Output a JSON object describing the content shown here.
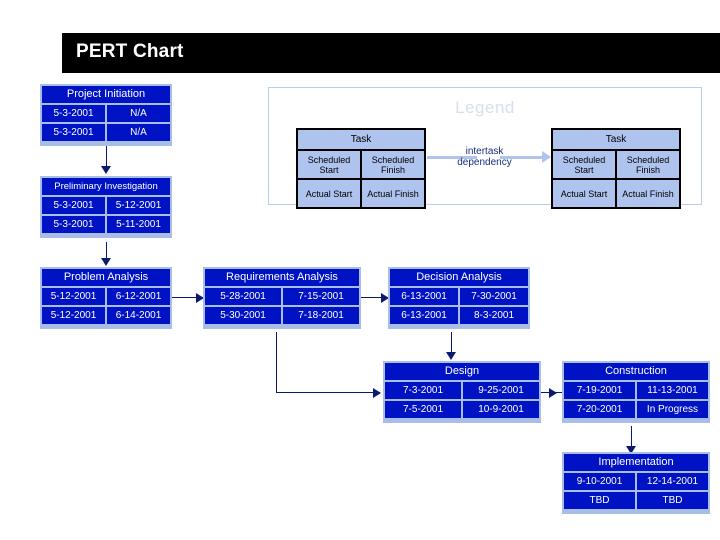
{
  "title": "PERT Chart",
  "legend": {
    "heading": "Legend",
    "dependency_label_line1": "intertask",
    "dependency_label_line2": "dependency",
    "node_left": {
      "header": "Task",
      "scheduled_start": "Scheduled Start",
      "scheduled_finish": "Scheduled Finish",
      "actual_start": "Actual Start",
      "actual_finish": "Actual Finish"
    },
    "node_right": {
      "header": "Task",
      "scheduled_start": "Scheduled Start",
      "scheduled_finish": "Scheduled Finish",
      "actual_start": "Actual Start",
      "actual_finish": "Actual Finish"
    }
  },
  "colors": {
    "node_fill": "#0013c4",
    "node_border": "#a8bde8",
    "title_bar": "#000000",
    "connector": "#0a1a6e",
    "legend_fill": "#aec4ee"
  },
  "tasks": [
    {
      "id": "project-initiation",
      "name": "Project Initiation",
      "scheduled_start": "5-3-2001",
      "scheduled_finish": "N/A",
      "actual_start": "5-3-2001",
      "actual_finish": "N/A"
    },
    {
      "id": "preliminary-investigation",
      "name": "Preliminary Investigation",
      "scheduled_start": "5-3-2001",
      "scheduled_finish": "5-12-2001",
      "actual_start": "5-3-2001",
      "actual_finish": "5-11-2001"
    },
    {
      "id": "problem-analysis",
      "name": "Problem Analysis",
      "scheduled_start": "5-12-2001",
      "scheduled_finish": "6-12-2001",
      "actual_start": "5-12-2001",
      "actual_finish": "6-14-2001"
    },
    {
      "id": "requirements-analysis",
      "name": "Requirements Analysis",
      "scheduled_start": "5-28-2001",
      "scheduled_finish": "7-15-2001",
      "actual_start": "5-30-2001",
      "actual_finish": "7-18-2001"
    },
    {
      "id": "decision-analysis",
      "name": "Decision Analysis",
      "scheduled_start": "6-13-2001",
      "scheduled_finish": "7-30-2001",
      "actual_start": "6-13-2001",
      "actual_finish": "8-3-2001"
    },
    {
      "id": "design",
      "name": "Design",
      "scheduled_start": "7-3-2001",
      "scheduled_finish": "9-25-2001",
      "actual_start": "7-5-2001",
      "actual_finish": "10-9-2001"
    },
    {
      "id": "construction",
      "name": "Construction",
      "scheduled_start": "7-19-2001",
      "scheduled_finish": "11-13-2001",
      "actual_start": "7-20-2001",
      "actual_finish": "In Progress"
    },
    {
      "id": "implementation",
      "name": "Implementation",
      "scheduled_start": "9-10-2001",
      "scheduled_finish": "12-14-2001",
      "actual_start": "TBD",
      "actual_finish": "TBD"
    }
  ]
}
